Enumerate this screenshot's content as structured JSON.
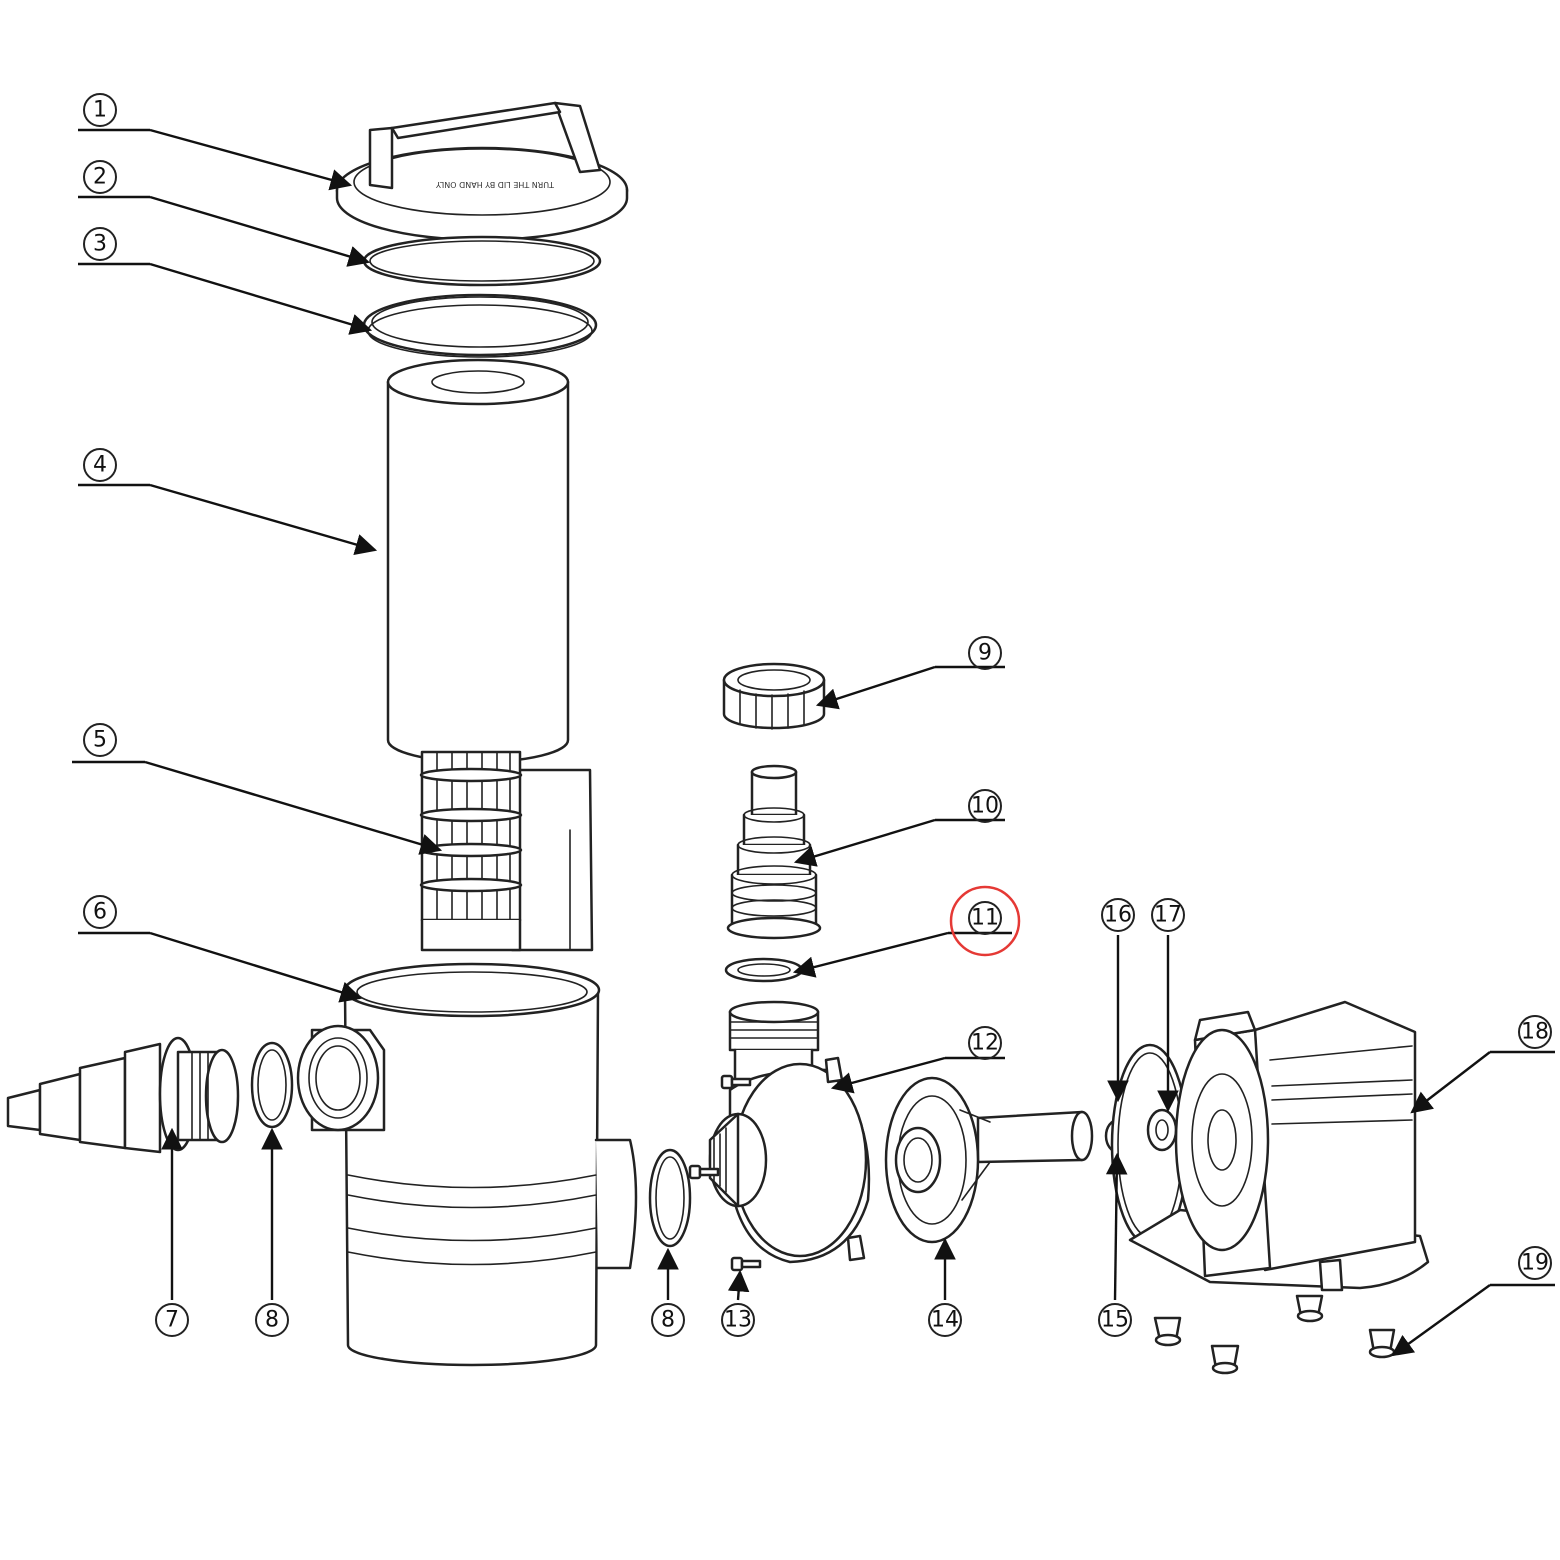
{
  "diagram": {
    "highlight_color": "#e53935",
    "highlighted_part": "11",
    "lid_text": "TURN THE LID BY HAND ONLY",
    "callouts": [
      {
        "label": "1"
      },
      {
        "label": "2"
      },
      {
        "label": "3"
      },
      {
        "label": "4"
      },
      {
        "label": "5"
      },
      {
        "label": "6"
      },
      {
        "label": "7"
      },
      {
        "label": "8"
      },
      {
        "label": "8"
      },
      {
        "label": "9"
      },
      {
        "label": "10"
      },
      {
        "label": "11"
      },
      {
        "label": "12"
      },
      {
        "label": "13"
      },
      {
        "label": "14"
      },
      {
        "label": "15"
      },
      {
        "label": "16"
      },
      {
        "label": "17"
      },
      {
        "label": "18"
      },
      {
        "label": "19"
      }
    ]
  }
}
